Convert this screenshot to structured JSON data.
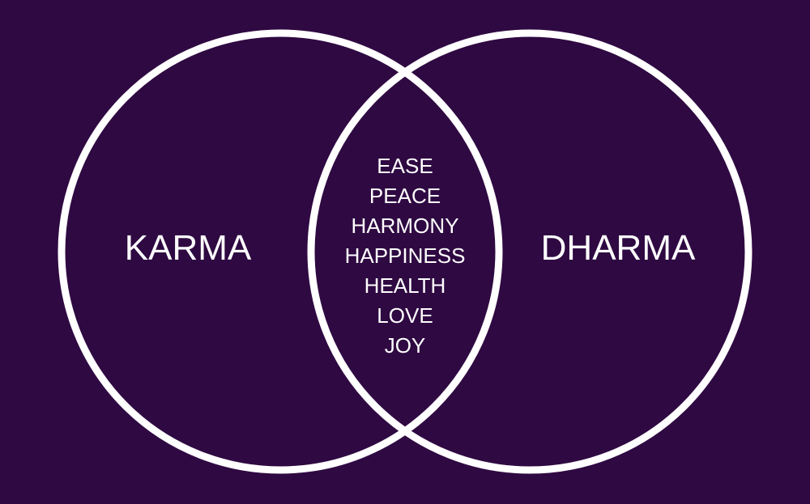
{
  "colors": {
    "background": "#2f0942",
    "stroke": "#ffffff",
    "text": "#ffffff"
  },
  "left_circle": {
    "label": "KARMA"
  },
  "right_circle": {
    "label": "DHARMA"
  },
  "intersection": {
    "items": [
      "EASE",
      "PEACE",
      "HARMONY",
      "HAPPINESS",
      "HEALTH",
      "LOVE",
      "JOY"
    ]
  }
}
